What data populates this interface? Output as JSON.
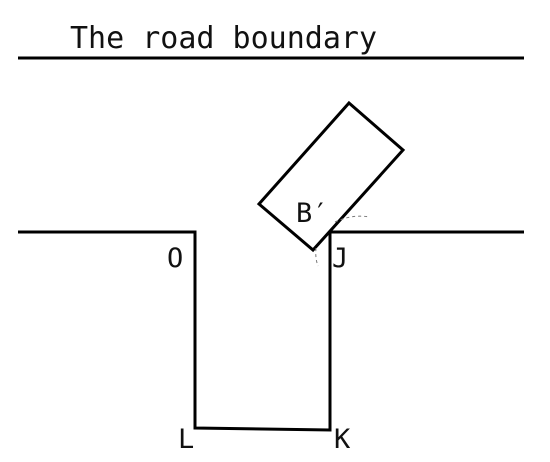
{
  "title": "The road boundary",
  "labels": {
    "o": "O",
    "j": "J",
    "l": "L",
    "k": "K",
    "b": "B′"
  }
}
